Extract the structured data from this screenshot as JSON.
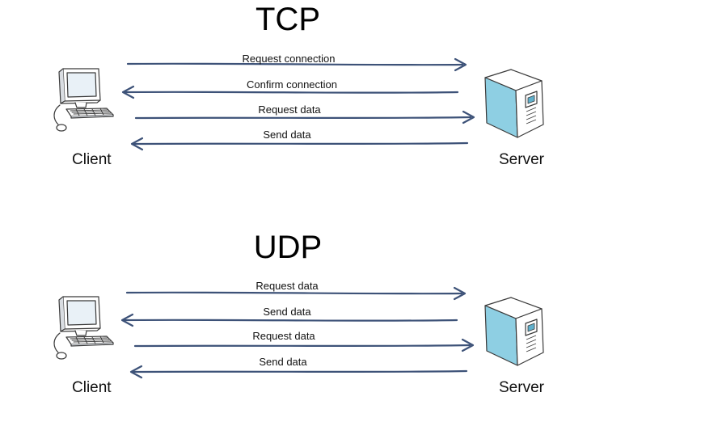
{
  "colors": {
    "arrow": "#3d5278",
    "server_front": "#8ecfe3",
    "server_side": "#5fb0cc",
    "screen": "#e9f1f7"
  },
  "diagrams": [
    {
      "title": "TCP",
      "client_label": "Client",
      "server_label": "Server",
      "messages": [
        {
          "label": "Request connection",
          "direction": "client-to-server"
        },
        {
          "label": "Confirm connection",
          "direction": "server-to-client"
        },
        {
          "label": "Request data",
          "direction": "client-to-server"
        },
        {
          "label": "Send data",
          "direction": "server-to-client"
        }
      ]
    },
    {
      "title": "UDP",
      "client_label": "Client",
      "server_label": "Server",
      "messages": [
        {
          "label": "Request data",
          "direction": "client-to-server"
        },
        {
          "label": "Send data",
          "direction": "server-to-client"
        },
        {
          "label": "Request data",
          "direction": "client-to-server"
        },
        {
          "label": "Send data",
          "direction": "server-to-client"
        }
      ]
    }
  ]
}
